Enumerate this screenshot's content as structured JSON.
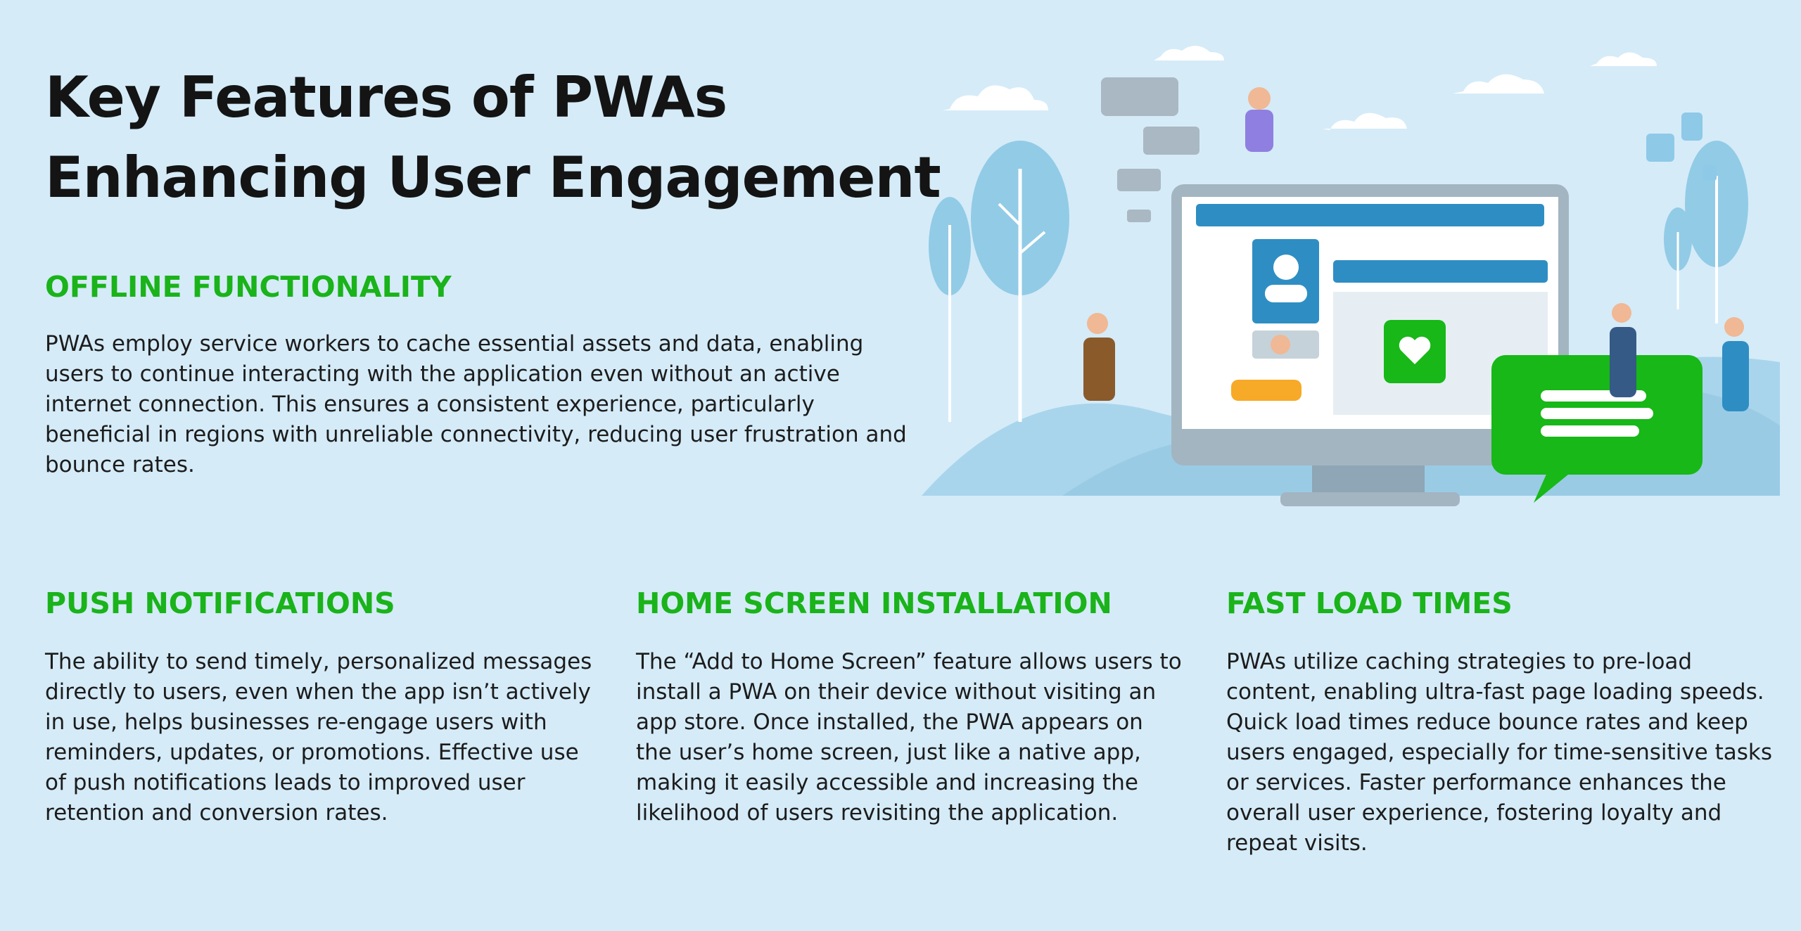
{
  "title": {
    "line1": "Key Features of PWAs",
    "line2": "Enhancing User Engagement"
  },
  "sections": {
    "offline": {
      "heading": "OFFLINE FUNCTIONALITY",
      "body": "PWAs employ service workers to cache essential assets and data, enabling users to continue interacting with the application even without an active internet connection. This ensures a consistent experience, particularly beneficial in regions with unreliable connectivity, reducing user frustration and bounce rates."
    },
    "push": {
      "heading": "PUSH NOTIFICATIONS",
      "body": "The ability to send timely, personalized messages directly to users, even when the app isn’t actively in use, helps businesses re-engage users with reminders, updates, or promotions. Effective use of push notifications leads to improved user retention and conversion rates."
    },
    "home": {
      "heading": "HOME SCREEN INSTALLATION",
      "body": "The “Add to Home Screen” feature allows users to install a PWA on their device without visiting an app store. Once installed, the PWA appears on the user’s home screen, just like a native app, making it easily accessible and increasing the likelihood of users revisiting the application."
    },
    "fast": {
      "heading": "FAST LOAD TIMES",
      "body": "PWAs utilize caching strategies to pre-load content, enabling ultra-fast page loading speeds. Quick load times reduce bounce rates and keep users engaged, especially for time-sensitive tasks or services. Faster performance enhances the overall user experience, fostering loyalty and repeat visits."
    }
  },
  "colors": {
    "background": "#d5ebf8",
    "heading_green": "#1ab31a",
    "accent_green": "#17b817",
    "monitor_blue": "#2e8ec3"
  },
  "illustration": {
    "icons": [
      "cloud-icon",
      "chat-bubble-icon",
      "thumbs-up-icon",
      "heart-icon",
      "user-profile-icon",
      "quote-icon",
      "tree-icon"
    ]
  }
}
